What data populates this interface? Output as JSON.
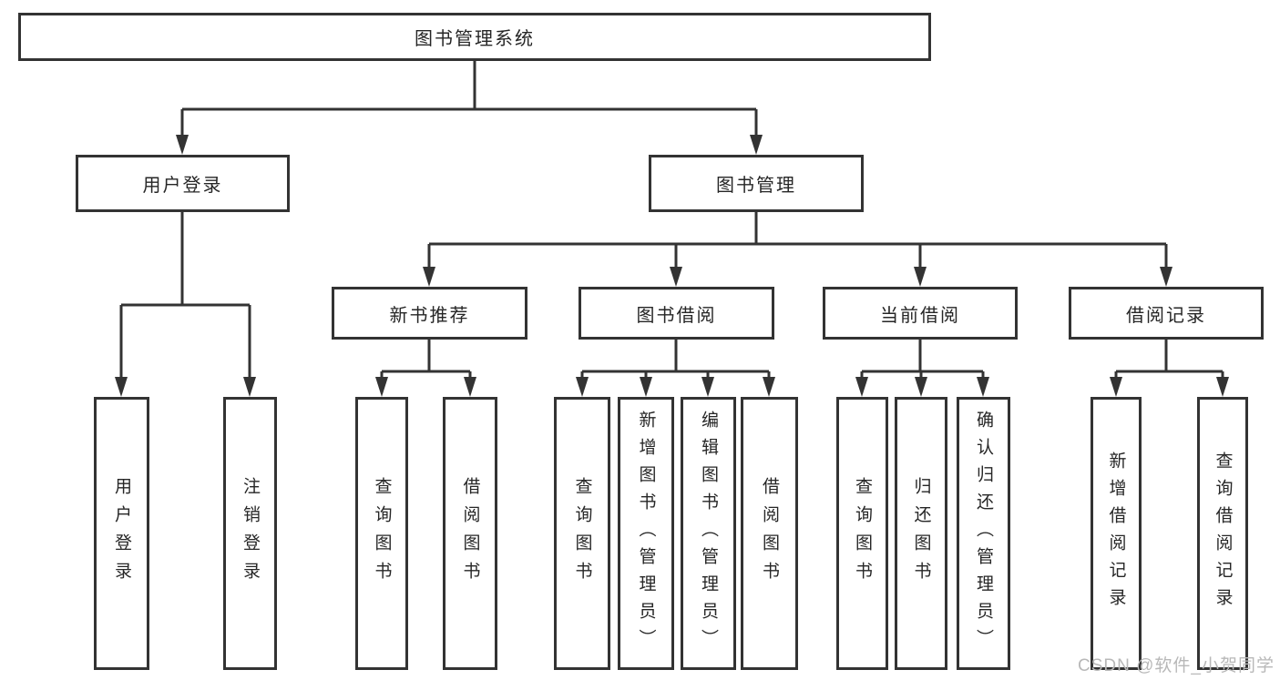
{
  "tree": {
    "root": {
      "label": "图书管理系统"
    },
    "branches": [
      {
        "label": "用户登录",
        "children": [
          {
            "label": "用户登录"
          },
          {
            "label": "注销登录"
          }
        ]
      },
      {
        "label": "图书管理",
        "groups": [
          {
            "label": "新书推荐",
            "children": [
              {
                "label": "查询图书"
              },
              {
                "label": "借阅图书"
              }
            ]
          },
          {
            "label": "图书借阅",
            "children": [
              {
                "label": "查询图书"
              },
              {
                "label": "新增图书（管理员）"
              },
              {
                "label": "编辑图书（管理员）"
              },
              {
                "label": "借阅图书"
              }
            ]
          },
          {
            "label": "当前借阅",
            "children": [
              {
                "label": "查询图书"
              },
              {
                "label": "归还图书"
              },
              {
                "label": "确认归还（管理员）"
              }
            ]
          },
          {
            "label": "借阅记录",
            "children": [
              {
                "label": "新增借阅记录"
              },
              {
                "label": "查询借阅记录"
              }
            ]
          }
        ]
      }
    ]
  },
  "watermark": {
    "text": "CSDN @软件_小贺同学"
  },
  "colors": {
    "line": "#333333",
    "border": "#333333",
    "text": "#262626",
    "watermark": "#b8b8b8",
    "background": "#ffffff"
  }
}
